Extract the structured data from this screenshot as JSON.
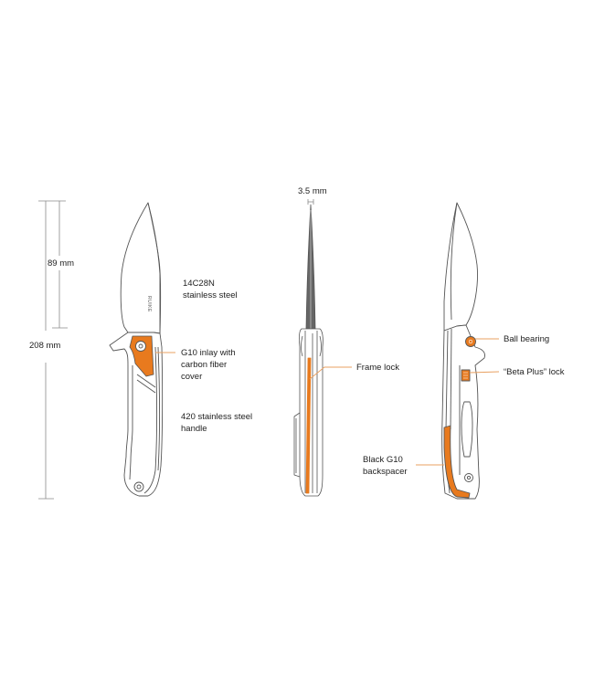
{
  "colors": {
    "line": "#555555",
    "fill_steel": "#ffffff",
    "accent_orange": "#e87a1e",
    "leader": "#e8a060",
    "dim_line": "#8a8a8a",
    "text": "#222222"
  },
  "dimensions": {
    "blade_length": "89 mm",
    "overall_length": "208 mm",
    "blade_thickness": "3.5 mm"
  },
  "views": {
    "front": {
      "labels": [
        {
          "text": "14C28N\nstainless steel"
        },
        {
          "text": "G10 inlay with\ncarbon fiber\ncover"
        },
        {
          "text": "420 stainless steel\nhandle"
        }
      ],
      "logo": "RUIKE"
    },
    "spine": {
      "labels": [
        {
          "text": "Frame lock"
        },
        {
          "text": "Black G10\nbackspacer"
        }
      ]
    },
    "back": {
      "labels": [
        {
          "text": "Ball bearing"
        },
        {
          "text": "“Beta Plus” lock"
        }
      ]
    }
  }
}
